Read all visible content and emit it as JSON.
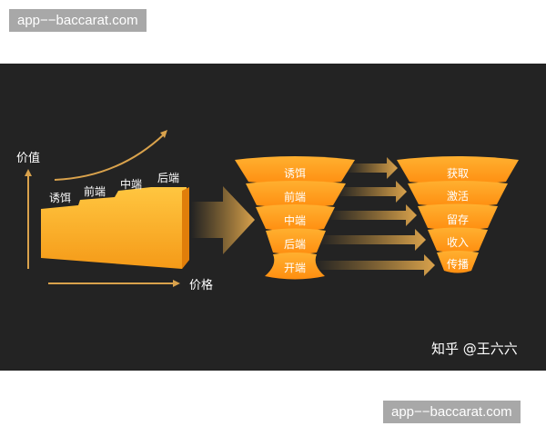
{
  "watermarks": {
    "top": "app−−baccarat.com",
    "bottom": "app−−baccarat.com"
  },
  "diagram": {
    "y_axis_label": "价值",
    "x_axis_label": "价格",
    "steps": [
      "诱饵",
      "前端",
      "中端",
      "后端"
    ],
    "left_funnel": [
      "诱饵",
      "前端",
      "中端",
      "后端",
      "开端"
    ],
    "right_funnel": [
      "获取",
      "激活",
      "留存",
      "收入",
      "传播"
    ],
    "credit": "知乎 @王六六",
    "colors": {
      "background": "#232323",
      "orange": "#ffa826",
      "dark_orange": "#f08a10",
      "arrow": "#e8b060"
    }
  }
}
